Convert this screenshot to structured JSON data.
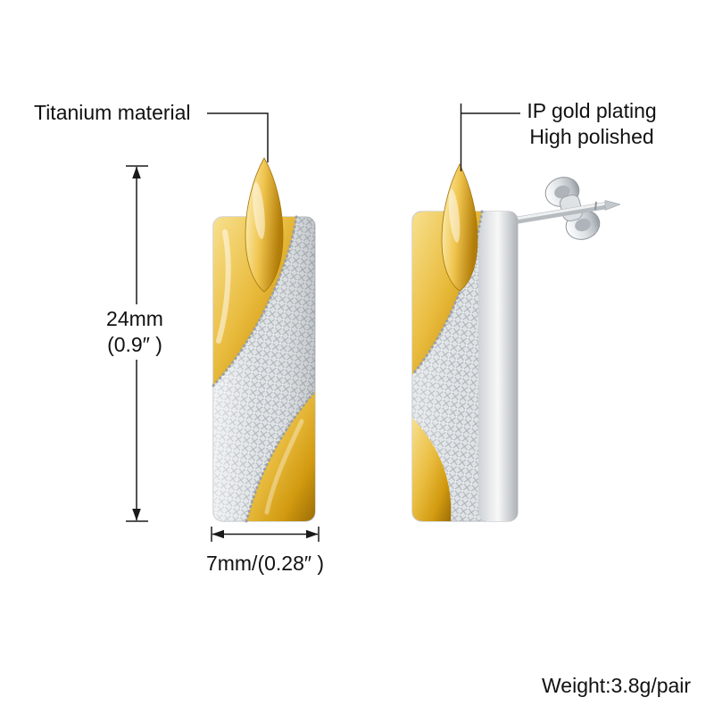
{
  "annotations": {
    "material": "Titanium material",
    "plating_line1": "IP gold plating",
    "plating_line2": "High polished",
    "height_mm": "24mm",
    "height_in": "(0.9″ )",
    "width": "7mm/(0.28″ )",
    "weight": "Weight:3.8g/pair"
  },
  "colors": {
    "gold": "#d9a413",
    "gold_light": "#f6dd8b",
    "gold_dark": "#9c6d05",
    "silver": "#c9ced2",
    "silver_light": "#f4f5f6",
    "text": "#111111",
    "background": "#ffffff"
  }
}
